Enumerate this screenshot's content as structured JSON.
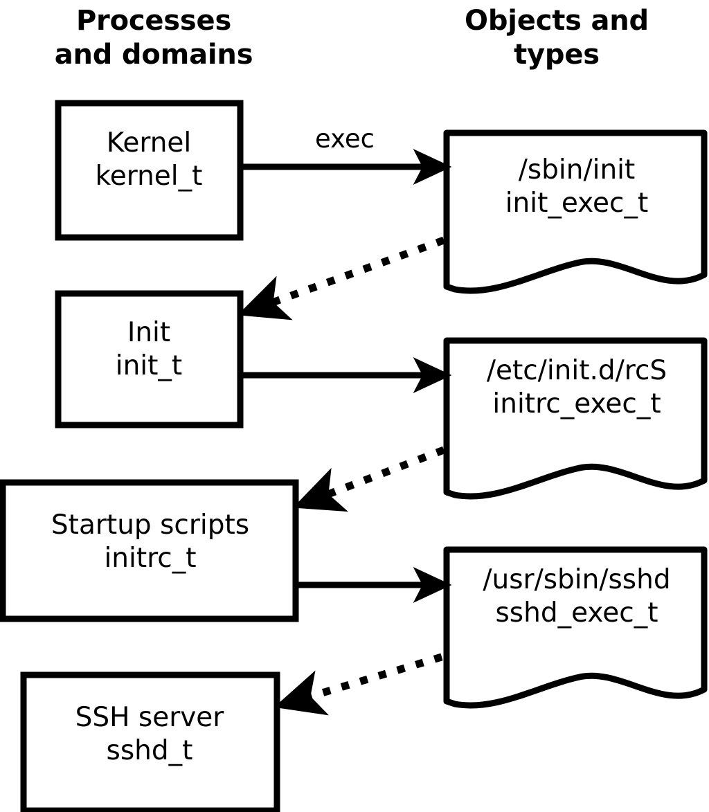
{
  "headers": {
    "left": "Processes\nand domains",
    "right": "Objects and\ntypes"
  },
  "processes": [
    {
      "id": "kernel",
      "name": "Kernel",
      "type": "kernel_t",
      "label": "Kernel\nkernel_t"
    },
    {
      "id": "init",
      "name": "Init",
      "type": "init_t",
      "label": "Init\ninit_t"
    },
    {
      "id": "initrc",
      "name": "Startup scripts",
      "type": "initrc_t",
      "label": "Startup scripts\ninitrc_t"
    },
    {
      "id": "sshd",
      "name": "SSH server",
      "type": "sshd_t",
      "label": "SSH server\nsshd_t"
    }
  ],
  "objects": [
    {
      "id": "init_exec",
      "path": "/sbin/init",
      "type": "init_exec_t",
      "label": "/sbin/init\ninit_exec_t"
    },
    {
      "id": "initrc_exec",
      "path": "/etc/init.d/rcS",
      "type": "initrc_exec_t",
      "label": "/etc/init.d/rcS\ninitrc_exec_t"
    },
    {
      "id": "sshd_exec",
      "path": "/usr/sbin/sshd",
      "type": "sshd_exec_t",
      "label": "/usr/sbin/sshd\nsshd_exec_t"
    }
  ],
  "edges": [
    {
      "id": "kernel-exec-init",
      "from": "kernel",
      "to": "init_exec",
      "style": "solid",
      "label": "exec"
    },
    {
      "id": "initexec-becomes-init",
      "from": "init_exec",
      "to": "init",
      "style": "dotted",
      "label": ""
    },
    {
      "id": "init-exec-initrc",
      "from": "init",
      "to": "initrc_exec",
      "style": "solid",
      "label": ""
    },
    {
      "id": "initrcexec-becomes-initrc",
      "from": "initrc_exec",
      "to": "initrc",
      "style": "dotted",
      "label": ""
    },
    {
      "id": "initrc-exec-sshd",
      "from": "initrc",
      "to": "sshd_exec",
      "style": "solid",
      "label": ""
    },
    {
      "id": "sshdexec-becomes-sshd",
      "from": "sshd_exec",
      "to": "sshd",
      "style": "dotted",
      "label": ""
    }
  ],
  "colors": {
    "stroke": "#000000",
    "fill": "#ffffff",
    "background": "#ffffff"
  }
}
